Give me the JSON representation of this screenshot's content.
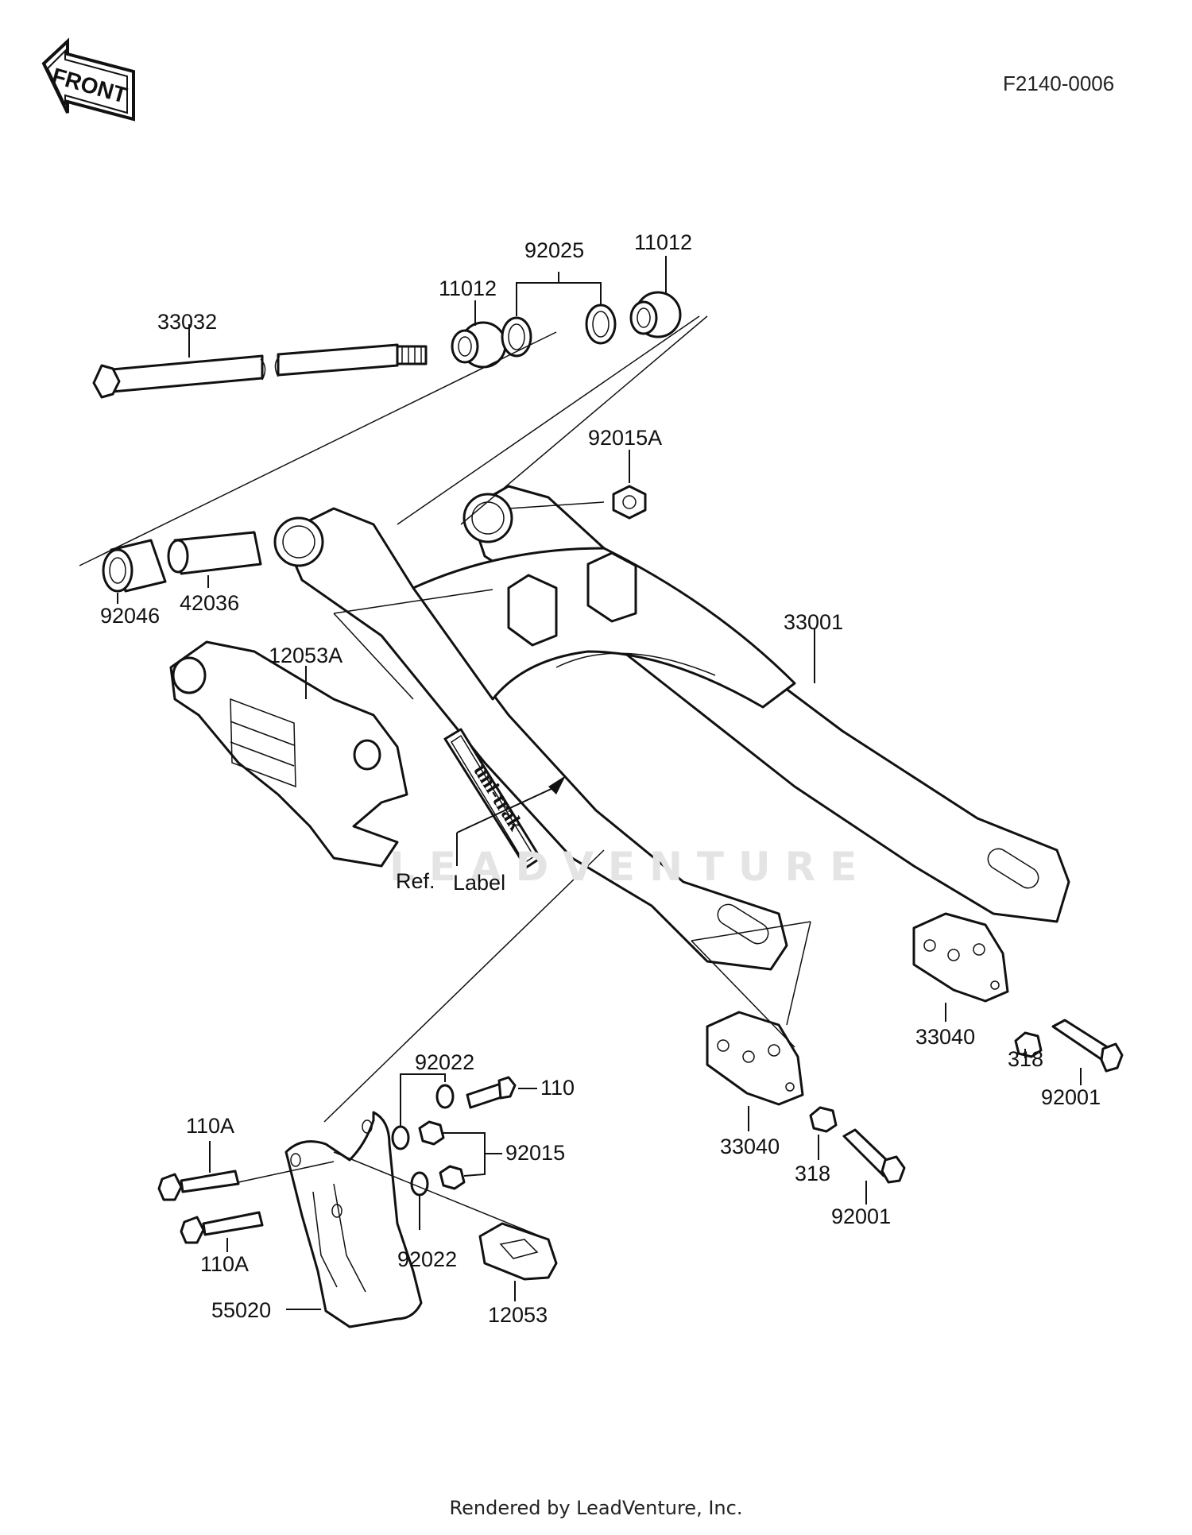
{
  "diagram_code": "F2140-0006",
  "front_badge": "FRONT",
  "footer": "Rendered by LeadVenture, Inc.",
  "watermark": "LEADVENTURE",
  "decal_text": "uni-trak",
  "ref_label": {
    "ref": "Ref.",
    "label": "Label"
  },
  "parts": {
    "p33032": "33032",
    "p11012_a": "11012",
    "p92025": "92025",
    "p11012_b": "11012",
    "p92015A": "92015A",
    "p92046": "92046",
    "p42036": "42036",
    "p12053A": "12053A",
    "p33001": "33001",
    "p33040_a": "33040",
    "p318_a": "318",
    "p92001_a": "92001",
    "p33040_b": "33040",
    "p318_b": "318",
    "p92001_b": "92001",
    "p92022_a": "92022",
    "p110": "110",
    "p110A_a": "110A",
    "p92015": "92015",
    "p110A_b": "110A",
    "p92022_b": "92022",
    "p55020": "55020",
    "p12053": "12053"
  }
}
